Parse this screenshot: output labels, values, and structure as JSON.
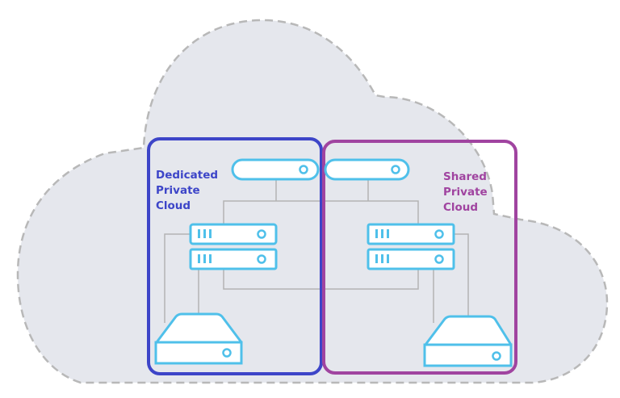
{
  "diagram": {
    "colors": {
      "cloud_fill": "#e5e7ed",
      "cloud_stroke": "#b8b8b8",
      "dedicated": "#3d45c8",
      "shared": "#a044a0",
      "device": "#4fc0ea",
      "device_fill": "#ffffff",
      "wire": "#b3b3b3"
    },
    "groups": [
      {
        "id": "dedicated",
        "label_lines": [
          "Dedicated",
          "Private",
          "Cloud"
        ]
      },
      {
        "id": "shared",
        "label_lines": [
          "Shared",
          "Private",
          "Cloud"
        ]
      }
    ],
    "devices": [
      {
        "id": "dedicated-router",
        "type": "router",
        "group": "dedicated"
      },
      {
        "id": "dedicated-server-1",
        "type": "server",
        "group": "dedicated"
      },
      {
        "id": "dedicated-server-2",
        "type": "server",
        "group": "dedicated"
      },
      {
        "id": "dedicated-storage",
        "type": "storage",
        "group": "dedicated"
      },
      {
        "id": "shared-router",
        "type": "router",
        "group": "shared"
      },
      {
        "id": "shared-server-1",
        "type": "server",
        "group": "shared"
      },
      {
        "id": "shared-server-2",
        "type": "server",
        "group": "shared"
      },
      {
        "id": "shared-storage",
        "type": "storage",
        "group": "shared"
      }
    ]
  }
}
